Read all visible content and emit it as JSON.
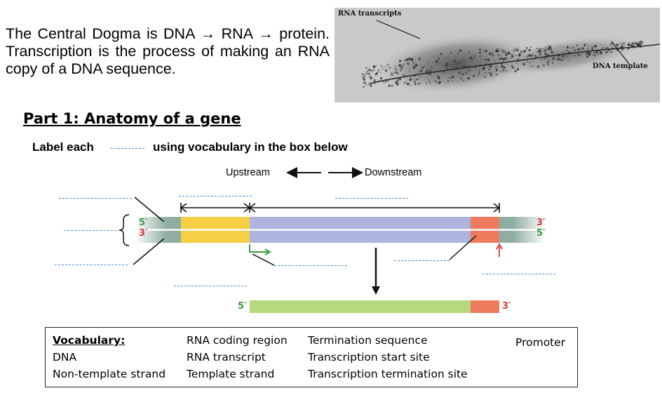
{
  "intro": {
    "text": "The Central Dogma is DNA → RNA → protein. Transcription is the process of making an RNA copy of a DNA sequence."
  },
  "micrograph": {
    "label_rna": "RNA transcripts",
    "label_dna": "DNA template"
  },
  "part1": {
    "title": "Part 1: Anatomy of a gene",
    "instruction_before": "Label each",
    "instruction_after": "using vocabulary in the box below"
  },
  "diagram": {
    "upstream": "Upstream",
    "downstream": "Downstream",
    "five_prime": "5′",
    "three_prime": "3′",
    "colors": {
      "dna_end": "#8fada0",
      "promoter": "#f7cf45",
      "coding": "#adb5df",
      "termination": "#ef7b5e",
      "rna": "#b6d87e",
      "blank_line": "#4a86c8",
      "start_arrow": "#3f9b3f",
      "stop_arrow": "#d63b3b"
    }
  },
  "vocabulary": {
    "heading": "Vocabulary:",
    "col1": [
      "DNA",
      "Non-template strand"
    ],
    "col2": [
      "RNA coding region",
      "RNA transcript",
      "Template strand"
    ],
    "col3": [
      "Termination sequence",
      "Transcription start site",
      "Transcription termination site"
    ],
    "col4": [
      "Promoter"
    ]
  }
}
